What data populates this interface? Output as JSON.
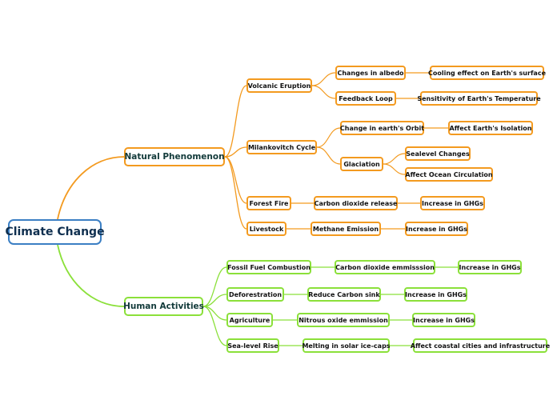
{
  "map": {
    "root": "Climate Change",
    "natural": {
      "label": "Natural Phenomenon",
      "volcanic": {
        "label": "Volcanic Eruption",
        "albedo": "Changes in albedo",
        "albedo_effect": "Cooling effect on Earth's surface",
        "feedback": "Feedback Loop",
        "feedback_effect": "Sensitivity of Earth's Temperature"
      },
      "milankovitch": {
        "label": "Milankovitch Cycle",
        "orbit": "Change in earth's Orbit",
        "orbit_effect": "Affect Earth's Isolation",
        "glaciation": "Glaciation",
        "sealevel": "Sealevel Changes",
        "ocean": "Affect Ocean Circulation"
      },
      "forest": {
        "label": "Forest Fire",
        "cause": "Carbon dioxide release",
        "effect": "Increase in GHGs"
      },
      "livestock": {
        "label": "Livestock",
        "cause": "Methane Emission",
        "effect": "Increase in GHGs"
      }
    },
    "human": {
      "label": "Human Activities",
      "fossil": {
        "label": "Fossil Fuel Combustion",
        "cause": "Carbon dioxide emmisssion",
        "effect": "Increase in GHGs"
      },
      "deforestation": {
        "label": "Deforestration",
        "cause": "Reduce Carbon sink",
        "effect": "Increase in GHGs"
      },
      "agriculture": {
        "label": "Agriculture",
        "cause": "Nitrous oxide emmission",
        "effect": "Increase in GHGs"
      },
      "sealevel": {
        "label": "Sea-level Rise",
        "cause": "Melting in solar ice-caps",
        "effect": "Affect coastal cities and infrastructure"
      }
    }
  },
  "colors": {
    "root_border": "#3b7fc4",
    "natural_branch": "#f39a1f",
    "human_branch": "#8be03a"
  }
}
